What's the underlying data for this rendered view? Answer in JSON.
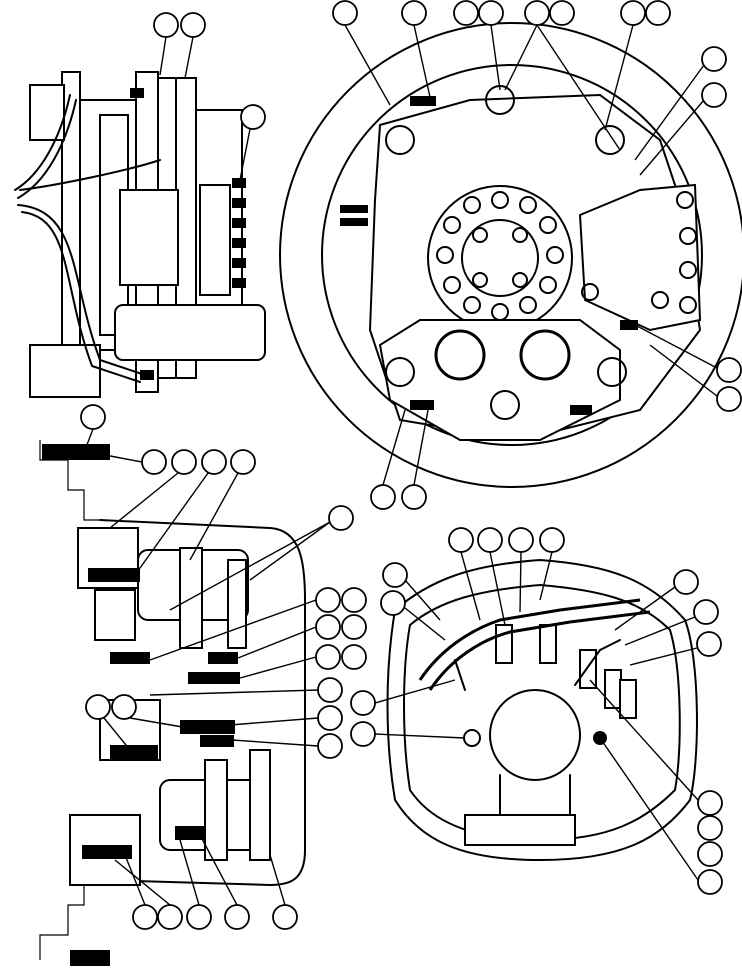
{
  "diagram": {
    "views": [
      {
        "name": "top-left-side-view"
      },
      {
        "name": "top-right-front-view"
      },
      {
        "name": "bottom-left-cross-section"
      },
      {
        "name": "bottom-right-housing-view"
      }
    ],
    "callout_count": 56
  }
}
